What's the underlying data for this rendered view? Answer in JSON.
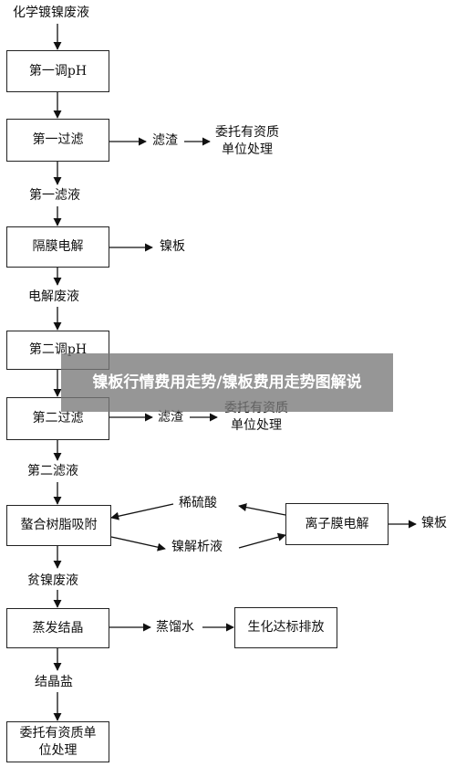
{
  "diagram": {
    "start_label": "化学镀镍废液",
    "step1": "第一调pH",
    "step2": "第一过滤",
    "residue1": "滤渣",
    "disposal1": "委托有资质\n单位处理",
    "filtrate1": "第一滤液",
    "step3": "隔膜电解",
    "nickel_plate1": "镍板",
    "waste1": "电解废液",
    "step4": "第二调pH",
    "step5": "第二过滤",
    "residue2": "滤渣",
    "disposal2": "委托有资质\n单位处理",
    "filtrate2": "第二滤液",
    "step6": "螯合树脂吸附",
    "acid": "稀硫酸",
    "eluate": "镍解析液",
    "step7": "离子膜电解",
    "nickel_plate2": "镍板",
    "lean": "贫镍废液",
    "step8": "蒸发结晶",
    "distilled": "蒸馏水",
    "step9": "生化达标排放",
    "salt": "结晶盐",
    "final_disposal": "委托有资质单\n位处理"
  },
  "overlay": {
    "banner": "镍板行情费用走势/镍板费用走势图解说"
  }
}
